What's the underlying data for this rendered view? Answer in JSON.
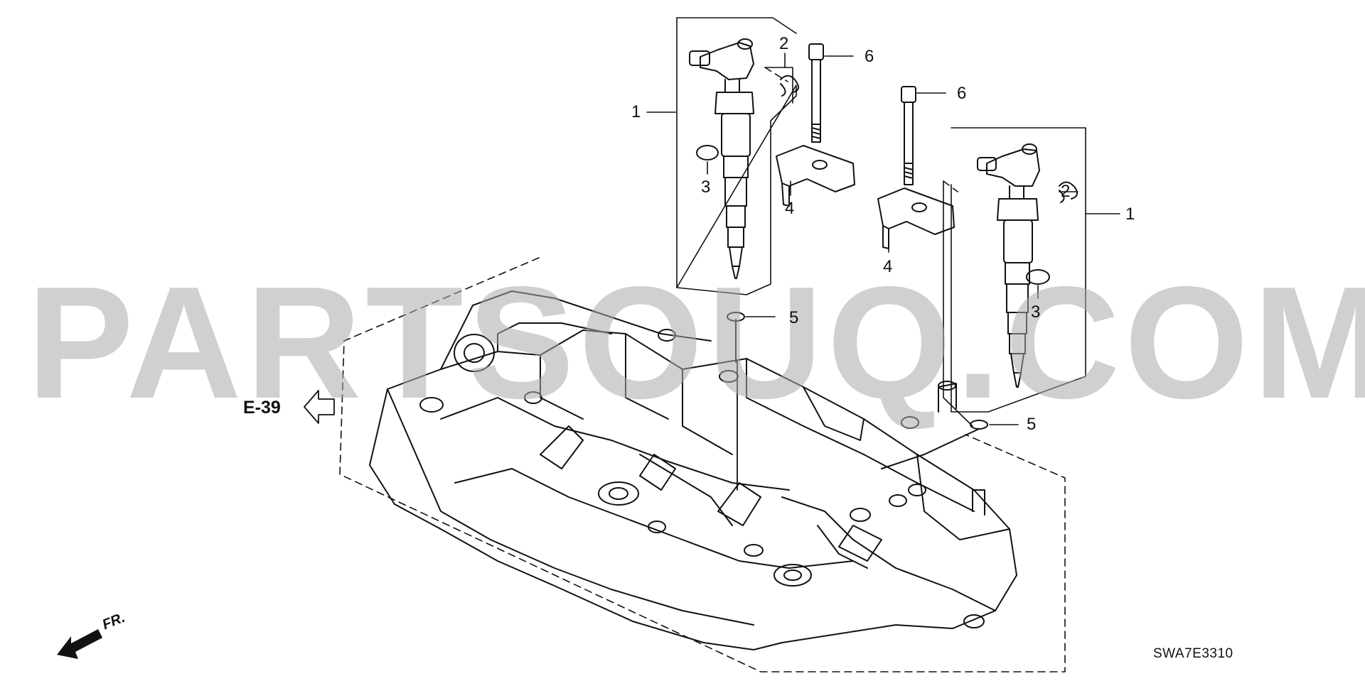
{
  "watermark": "PARTSOUQ.COM",
  "ref_label": "E-39",
  "front_label": "FR.",
  "diagram_code": "SWA7E3310",
  "callouts": {
    "left": {
      "n1": "1",
      "n2": "2",
      "n3": "3",
      "n4": "4",
      "n5": "5",
      "n6": "6"
    },
    "right": {
      "n1": "1",
      "n2": "2",
      "n3": "3",
      "n4": "4",
      "n5": "5",
      "n6": "6"
    }
  }
}
